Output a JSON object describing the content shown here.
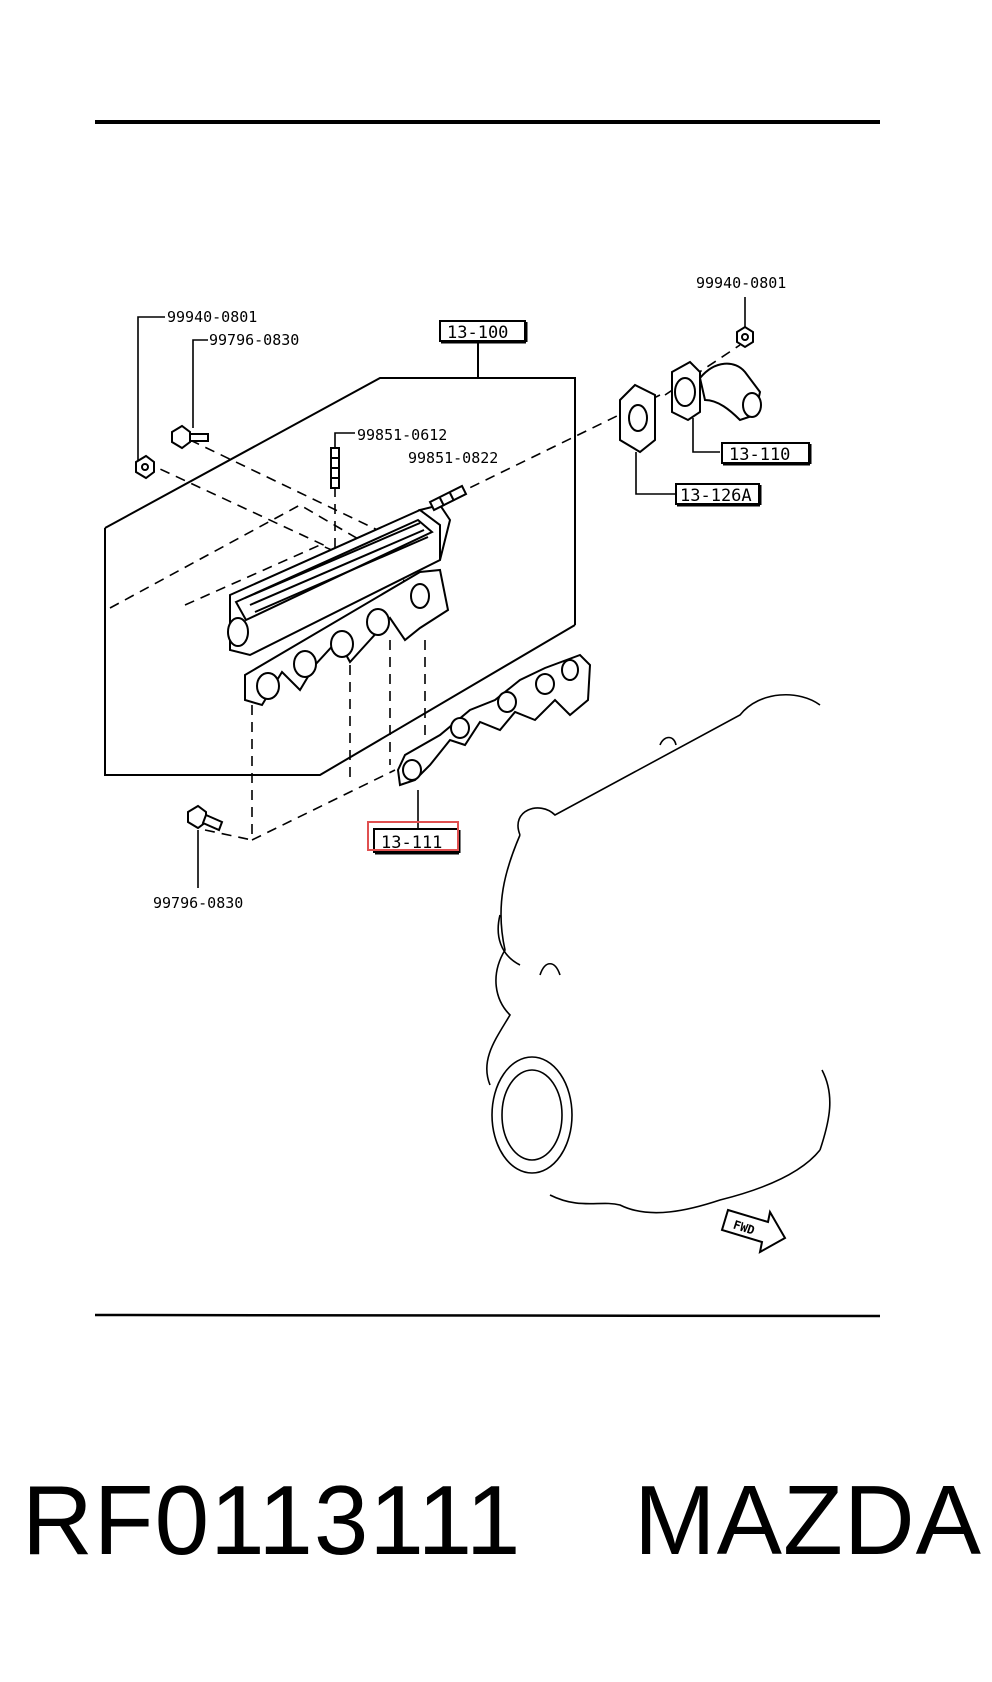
{
  "diagram": {
    "part_labels": {
      "nut_top_right": "99940-0801",
      "nut_left": "99940-0801",
      "bolt_left_top": "99796-0830",
      "stud_0612": "99851-0612",
      "stud_0822": "99851-0822",
      "bolt_bottom": "99796-0830"
    },
    "ref_boxes": {
      "assembly": "13-100",
      "outlet": "13-110",
      "gasket_small": "13-126A",
      "highlighted": "13-111"
    },
    "fwd_arrow_text": "FWD",
    "highlight_color": "#e05050"
  },
  "footer": {
    "part_number": "RF0113111",
    "brand": "MAZDA"
  }
}
